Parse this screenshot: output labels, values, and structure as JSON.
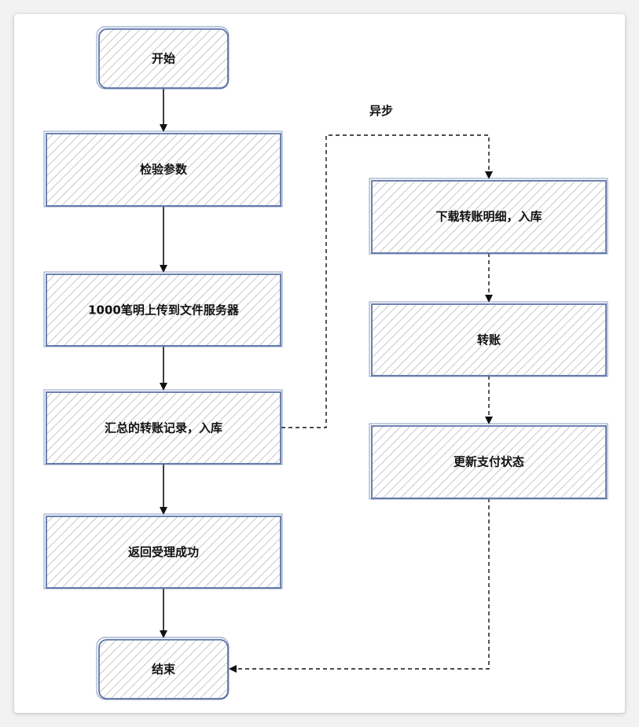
{
  "diagram": {
    "nodes": {
      "start": {
        "label": "开始"
      },
      "validate": {
        "label": "检验参数"
      },
      "upload": {
        "label": "1000笔明上传到文件服务器"
      },
      "summary": {
        "label": "汇总的转账记录，入库"
      },
      "accepted": {
        "label": "返回受理成功"
      },
      "end": {
        "label": "结束"
      },
      "download": {
        "label": "下载转账明细，入库"
      },
      "transfer": {
        "label": "转账"
      },
      "update": {
        "label": "更新支付状态"
      }
    },
    "edges": {
      "async_label": "异步"
    }
  },
  "colors": {
    "node_border": "#5d74a8",
    "hatch": "#b9b9b9",
    "edge": "#111111",
    "card": "#ffffff",
    "background": "#f2f2f2"
  }
}
